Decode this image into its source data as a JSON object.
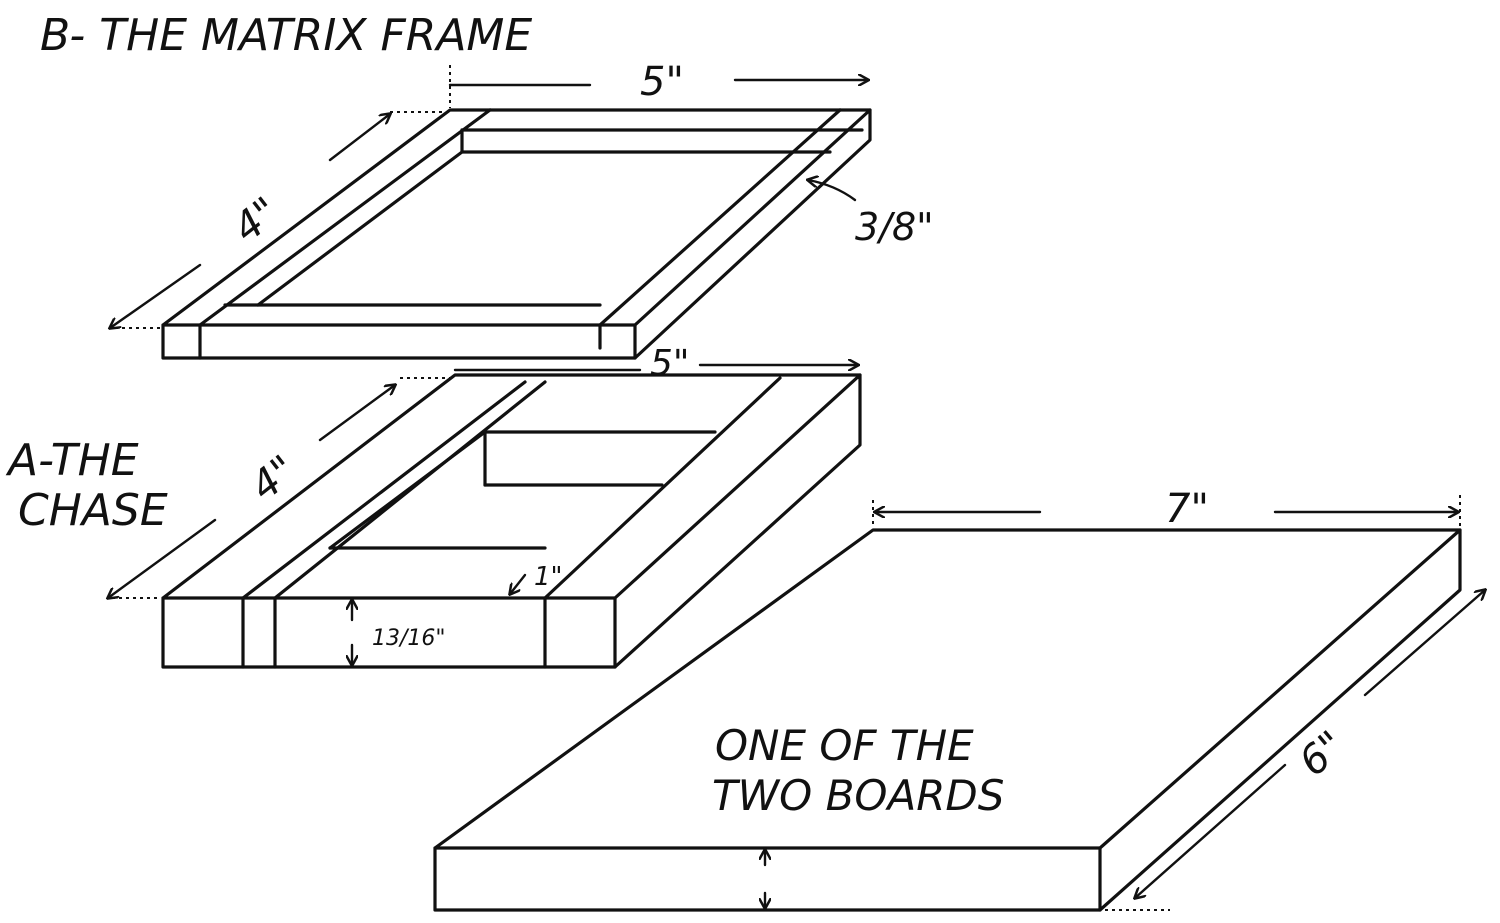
{
  "labels": {
    "matrix_frame": "B- THE MATRIX FRAME",
    "chase_line1": "A-THE",
    "chase_line2": "CHASE",
    "board_line1": "ONE  OF THE",
    "board_line2": "TWO  BOARDS"
  },
  "dimensions": {
    "frame_width": "5\"",
    "frame_depth": "4\"",
    "frame_thickness": "3/8\"",
    "chase_width": "5\"",
    "chase_depth": "4\"",
    "chase_rim": "1\"",
    "chase_height": "13/16\"",
    "board_width": "7\"",
    "board_depth": "6\""
  }
}
